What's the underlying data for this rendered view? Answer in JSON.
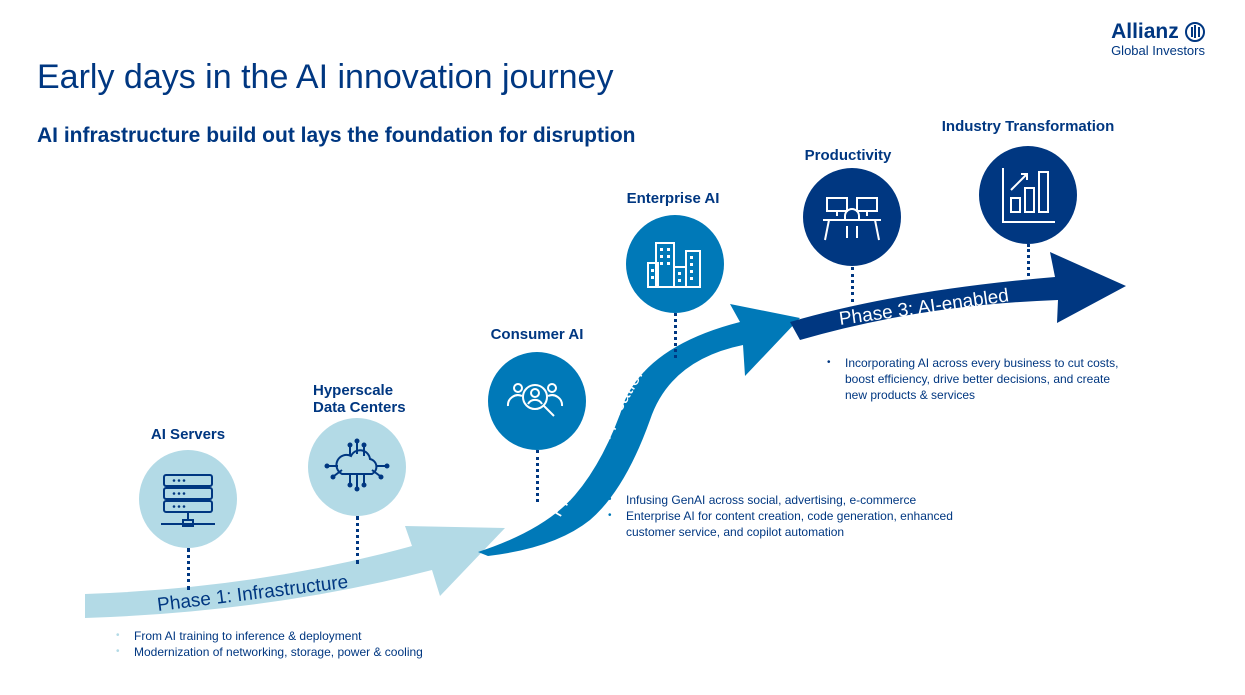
{
  "title": "Early days in the AI innovation journey",
  "subtitle": "AI infrastructure build out lays the foundation for disruption",
  "logo": {
    "brand": "Allianz",
    "sub": "Global Investors"
  },
  "colors": {
    "light": "#b3dae6",
    "mid": "#0079b8",
    "dark": "#003781"
  },
  "phases": [
    {
      "label": "Phase 1:  Infrastructure",
      "bullets": [
        "From AI training to inference & deployment",
        "Modernization of networking, storage, power & cooling"
      ]
    },
    {
      "label": "Phase 2:  Applications",
      "bullets": [
        "Infusing GenAI across social, advertising, e-commerce",
        "Enterprise AI for content creation, code generation, enhanced customer service, and copilot automation"
      ]
    },
    {
      "label": "Phase 3:  AI-enabled",
      "bullets": [
        "Incorporating AI across every business to cut costs, boost efficiency, drive better decisions, and create new products & services"
      ]
    }
  ],
  "milestones": [
    {
      "label": "AI Servers",
      "icon": "server-icon"
    },
    {
      "label": "Hyperscale",
      "label2": "Data Centers",
      "icon": "cloud-network-icon"
    },
    {
      "label": "Consumer AI",
      "icon": "people-search-icon"
    },
    {
      "label": "Enterprise AI",
      "icon": "buildings-icon"
    },
    {
      "label": "Productivity",
      "icon": "workstations-icon"
    },
    {
      "label": "Industry Transformation",
      "icon": "growth-chart-icon"
    }
  ]
}
